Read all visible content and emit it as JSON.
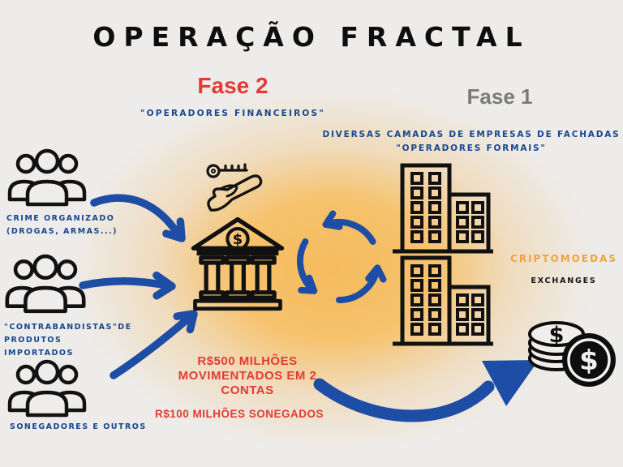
{
  "title": "OPERAÇÃO FRACTAL",
  "phase2": {
    "label": "Fase 2",
    "subtitle": "\"OPERADORES FINANCEIROS\""
  },
  "phase1": {
    "label": "Fase 1",
    "line1": "DIVERSAS CAMADAS DE EMPRESAS DE FACHADAS",
    "line2": "\"OPERADORES FORMAIS\""
  },
  "sources": [
    {
      "line1": "CRIME ORGANIZADO",
      "line2": "(DROGAS, ARMAS...)"
    },
    {
      "line1": "\"CONTRABANDISTAS\"DE PRODUTOS",
      "line2": "IMPORTADOS"
    },
    {
      "line1": "SONEGADORES E OUTROS",
      "line2": ""
    }
  ],
  "crypto": {
    "title": "CRIPTOMOEDAS",
    "subtitle": "EXCHANGES"
  },
  "amounts": {
    "moved_line1": "R$500 MILHÕES",
    "moved_line2": "MOVIMENTADOS EM 2",
    "moved_line3": "CONTAS",
    "evaded": "R$100 MILHÕES SONEGADOS"
  },
  "glyphs": {
    "dollar": "$"
  },
  "icons": {
    "left_groups": "people-group-icon",
    "center_top": "key-in-hand-icon",
    "center": "bank-icon",
    "middle": "cycle-arrows-icon",
    "right": "buildings-icon",
    "far_right": "coins-icon"
  },
  "colors": {
    "background": "#edecea",
    "glow_orange": "#f5bb5e",
    "blue_text": "#17468f",
    "blue_arrow": "#1e4da6",
    "red": "#e23b31",
    "orange": "#f0a23e",
    "gray": "#7b7b7b",
    "ink": "#101010"
  }
}
